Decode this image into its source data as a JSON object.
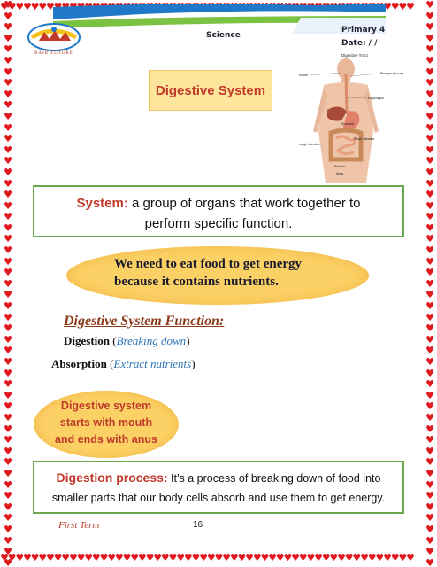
{
  "header": {
    "school_name": "BAIR FUTURE",
    "subject": "Science",
    "grade": "Primary 4",
    "date": "Date:  /  /"
  },
  "title": "Digestive System",
  "diagram": {
    "title": "Digestive Tract",
    "labels": {
      "mouth": "Mouth",
      "pharynx": "Pharynx (throat)",
      "esophagus": "Esophagus",
      "stomach": "Stomach",
      "large_intestine": "Large intestine",
      "small_intestine": "Small intestine",
      "rectum": "Rectum",
      "anus": "Anus"
    }
  },
  "system_def": {
    "keyword": "System:",
    "text": " a group of organs that work together to",
    "text2": "perform specific function."
  },
  "energy": {
    "line1": "We need to eat food to get energy",
    "line2": "because it contains nutrients."
  },
  "function": {
    "heading": "Digestive System Function:",
    "digestion_term": "Digestion",
    "digestion_note": "Breaking down",
    "absorption_term": "Absorption",
    "absorption_note": "Extract nutrients"
  },
  "mouth_bubble": {
    "line1": "Digestive system",
    "line2": "starts with mouth",
    "line3": "and ends with anus"
  },
  "process": {
    "keyword": "Digestion process:",
    "text": " It’s a process of breaking down of food into",
    "text2": "smaller parts that our body cells absorb and use them to get energy."
  },
  "footer": {
    "term": "First Term",
    "page": "16"
  },
  "colors": {
    "border_hearts": "#e0191e",
    "accent_red": "#c0392b",
    "box_green": "#6aa84f",
    "bubble_yellow": "#fbd165",
    "italic_blue": "#2e75b6"
  }
}
